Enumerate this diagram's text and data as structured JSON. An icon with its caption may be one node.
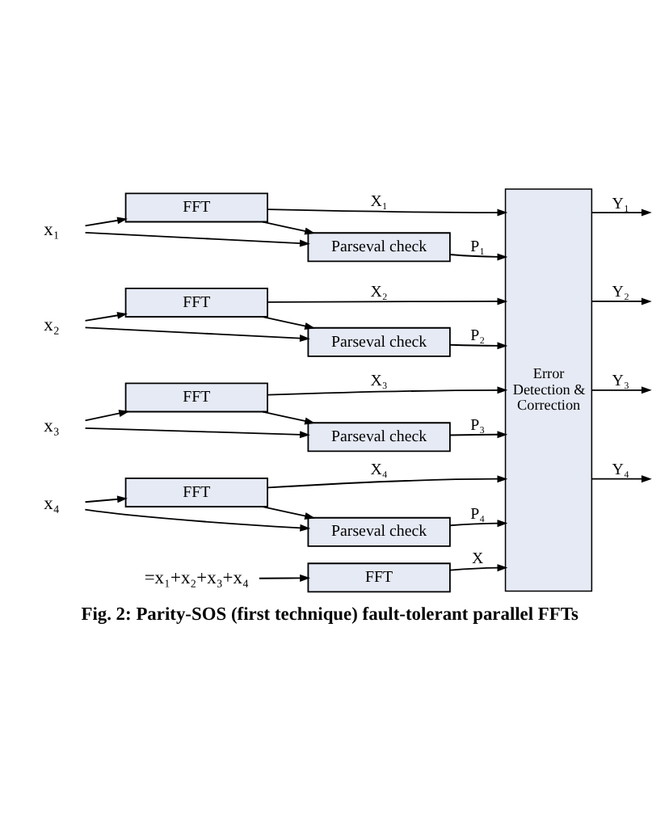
{
  "diagram": {
    "caption": "Fig. 2: Parity-SOS (first technique) fault-tolerant parallel FFTs",
    "nodes": [
      {
        "text": [
          "x₁"
        ]
      },
      {
        "text": [
          "FFT"
        ]
      },
      {
        "text": [
          "Parseval check"
        ]
      },
      {
        "text": [
          "x₂"
        ]
      },
      {
        "text": [
          "FFT"
        ]
      },
      {
        "text": [
          "Parseval check"
        ]
      },
      {
        "text": [
          "x₃"
        ]
      },
      {
        "text": [
          "FFT"
        ]
      },
      {
        "text": [
          "Parseval check"
        ]
      },
      {
        "text": [
          "x₄"
        ]
      },
      {
        "text": [
          "FFT"
        ]
      },
      {
        "text": [
          "Parseval check"
        ]
      },
      {
        "text": [
          "=x₁+x₂+x₃+x₄"
        ]
      },
      {
        "text": [
          "FFT"
        ]
      },
      {
        "text": [
          "Error Detection & Correction"
        ]
      }
    ],
    "edges": [
      {
        "from": 0,
        "to": 1,
        "arrow": "to"
      },
      {
        "from": 0,
        "to": 2,
        "arrow": "to"
      },
      {
        "from": 1,
        "to": 14,
        "label": "X₁",
        "arrow": "to"
      },
      {
        "from": 1,
        "to": 2,
        "arrow": "to"
      },
      {
        "from": 2,
        "to": 14,
        "label": "P₁",
        "arrow": "to"
      },
      {
        "from": 14,
        "to": null,
        "label": "Y₁",
        "arrow": "to"
      },
      {
        "from": 3,
        "to": 4,
        "arrow": "to"
      },
      {
        "from": 3,
        "to": 5,
        "arrow": "to"
      },
      {
        "from": 4,
        "to": 14,
        "label": "X₂",
        "arrow": "to"
      },
      {
        "from": 4,
        "to": 5,
        "arrow": "to"
      },
      {
        "from": 5,
        "to": 14,
        "label": "P₂",
        "arrow": "to"
      },
      {
        "from": 14,
        "to": null,
        "label": "Y₂",
        "arrow": "to"
      },
      {
        "from": 6,
        "to": 7,
        "arrow": "to"
      },
      {
        "from": 6,
        "to": 8,
        "arrow": "to"
      },
      {
        "from": 7,
        "to": 14,
        "label": "X₃",
        "arrow": "to"
      },
      {
        "from": 7,
        "to": 8,
        "arrow": "to"
      },
      {
        "from": 8,
        "to": 14,
        "label": "P₃",
        "arrow": "to"
      },
      {
        "from": 14,
        "to": null,
        "label": "Y₃",
        "arrow": "to"
      },
      {
        "from": 9,
        "to": 10,
        "arrow": "to"
      },
      {
        "from": 9,
        "to": 11,
        "arrow": "to"
      },
      {
        "from": 10,
        "to": 14,
        "label": "X₄",
        "arrow": "to"
      },
      {
        "from": 10,
        "to": 11,
        "arrow": "to"
      },
      {
        "from": 11,
        "to": 14,
        "label": "P₄",
        "arrow": "to"
      },
      {
        "from": 14,
        "to": null,
        "label": "Y₄",
        "arrow": "to"
      },
      {
        "from": 12,
        "to": 13,
        "arrow": "to"
      },
      {
        "from": 13,
        "to": 14,
        "label": "X",
        "arrow": "to"
      }
    ]
  }
}
